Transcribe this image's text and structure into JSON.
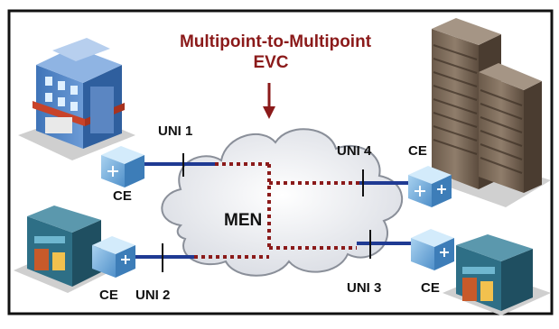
{
  "title": {
    "line1": "Multipoint-to-Multipoint",
    "line2": "EVC",
    "color": "#8b1a1a"
  },
  "network": {
    "label": "MEN"
  },
  "sites": [
    {
      "id": "tl",
      "uni": "UNI 1",
      "ce": "CE"
    },
    {
      "id": "tr",
      "uni": "UNI 4",
      "ce": "CE"
    },
    {
      "id": "bl",
      "uni": "UNI 2",
      "ce": "CE"
    },
    {
      "id": "br",
      "uni": "UNI 3",
      "ce": "CE"
    }
  ],
  "colors": {
    "link": "#1f3a93",
    "evc": "#8b1a1a",
    "router": "#6ea8d8",
    "cloud": "#e7e9ee",
    "text": "#111111"
  }
}
